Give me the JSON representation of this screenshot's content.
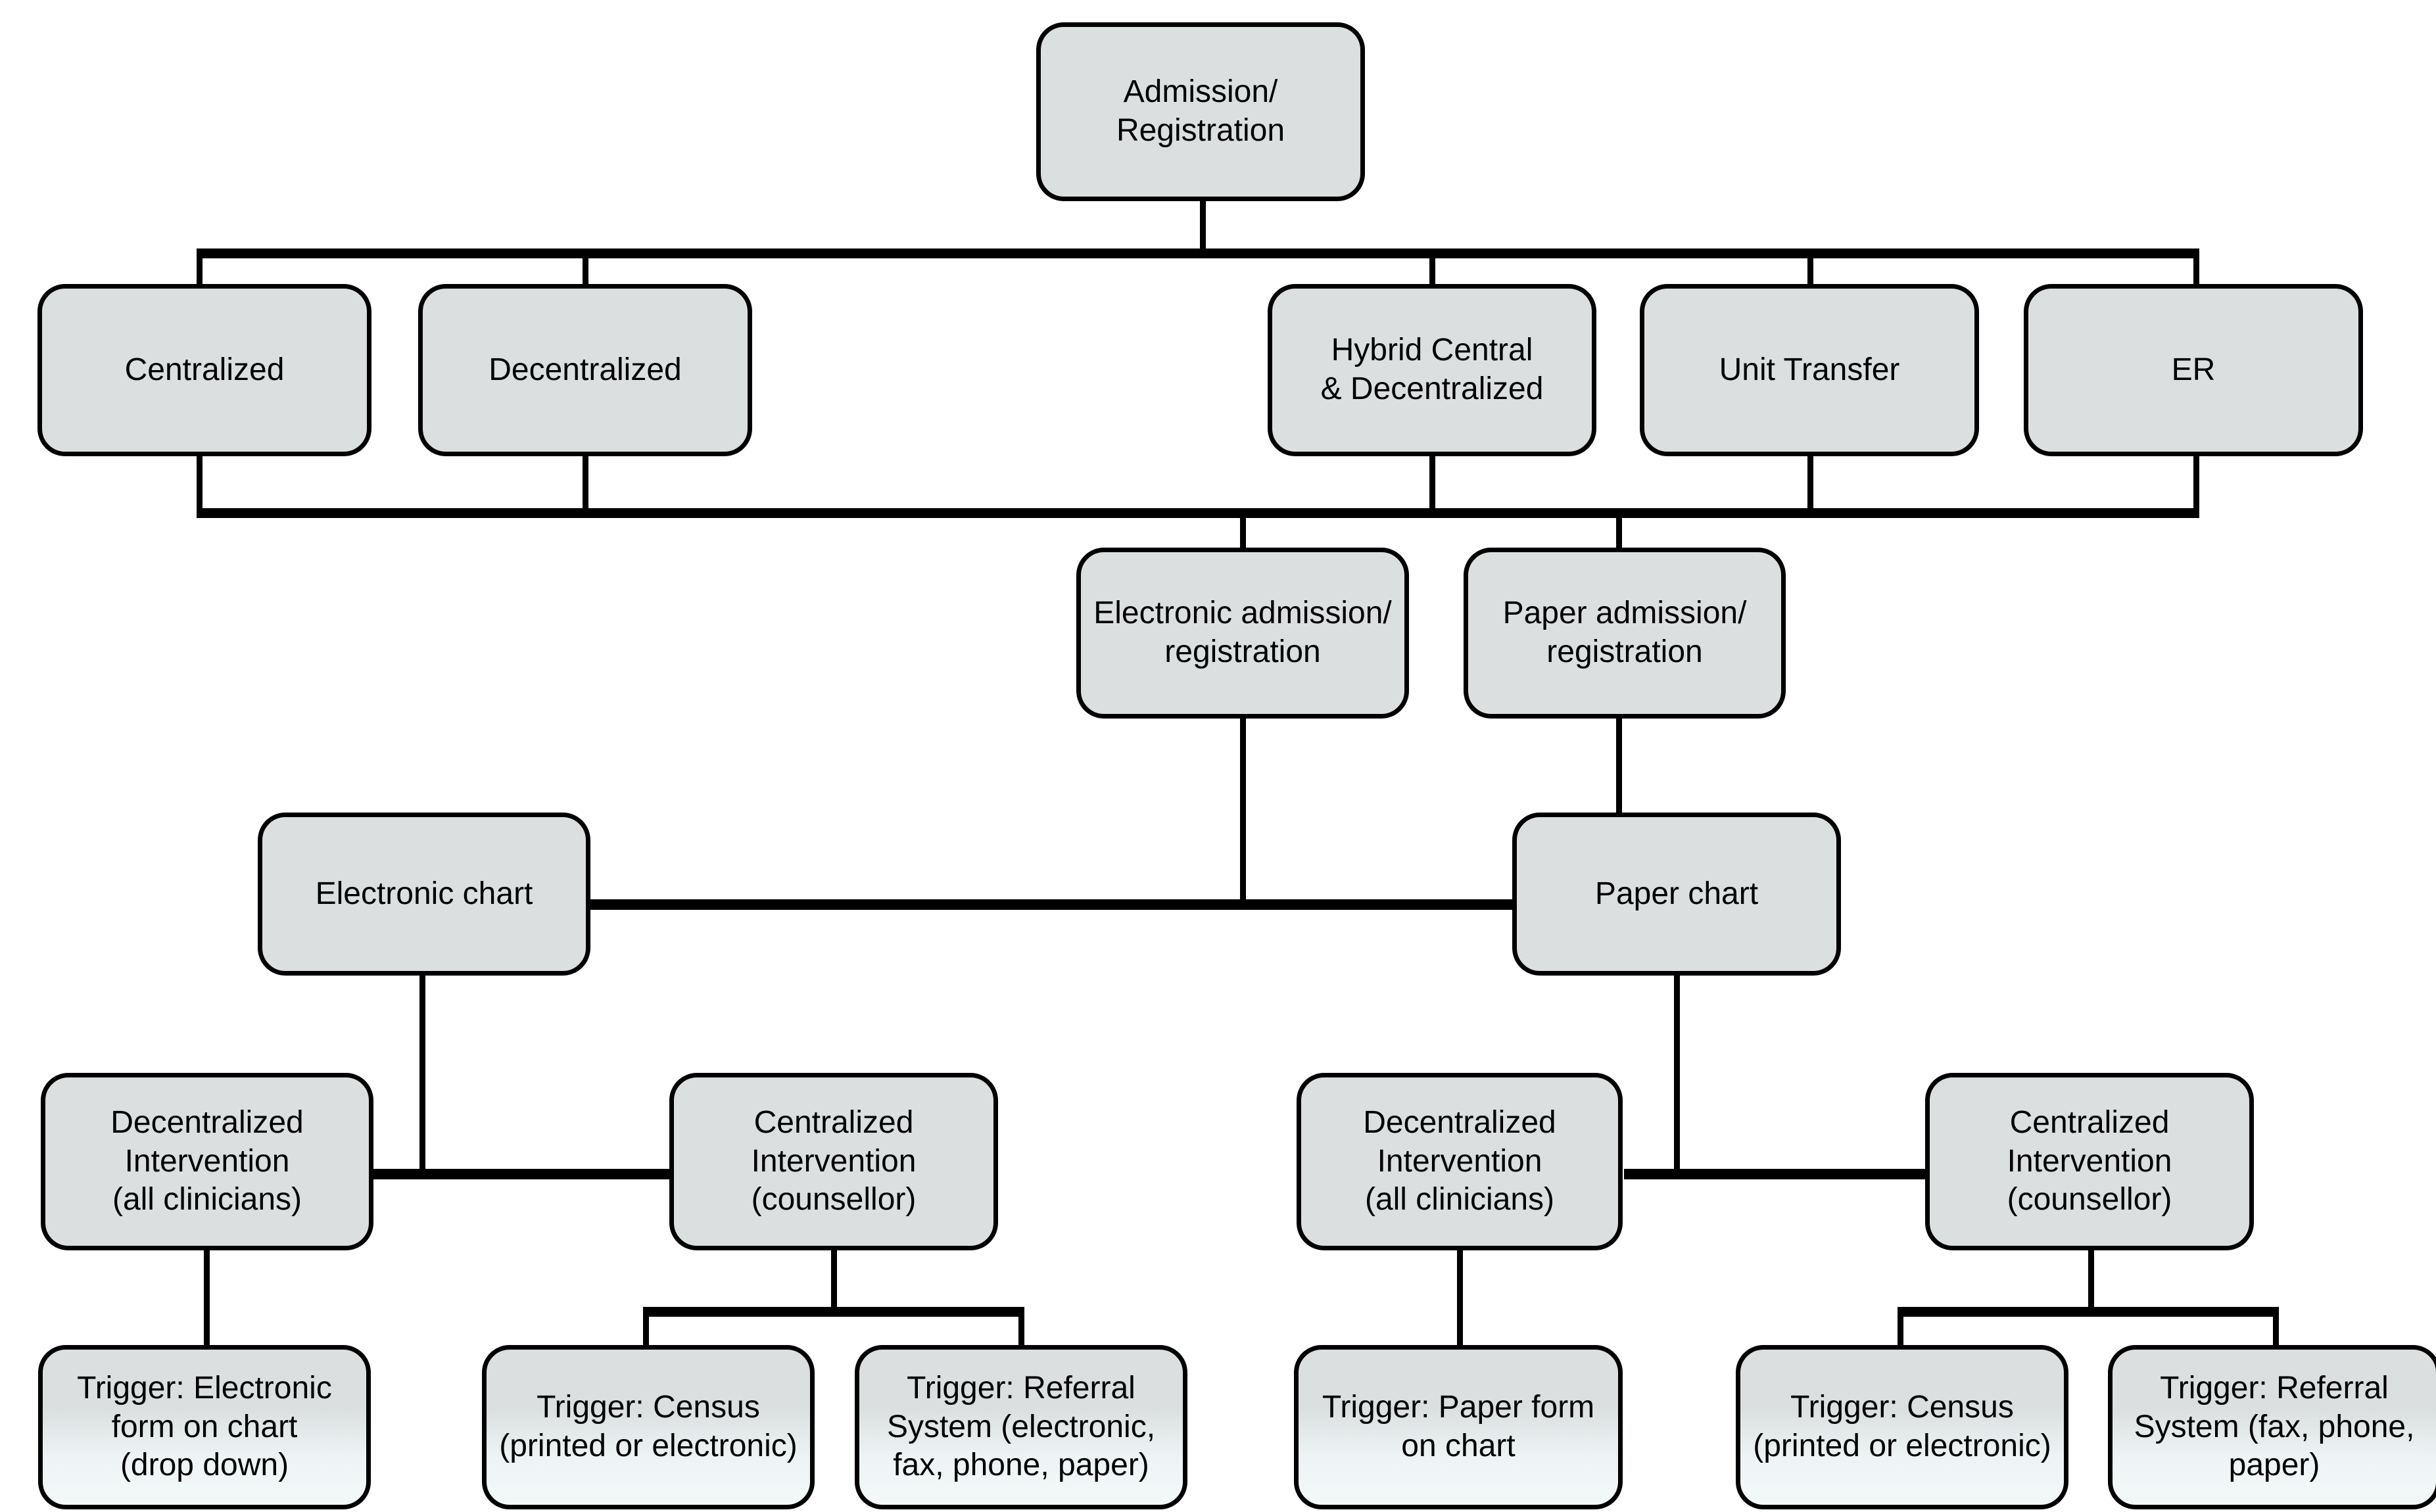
{
  "diagram": {
    "title": "Admission/Registration workflow flowchart",
    "colors": {
      "node_fill": "#dcdfe0",
      "node_fill_gradient_bottom": "#f3f9f9",
      "stroke": "#000000",
      "background": "#ffffff"
    },
    "nodes": [
      {
        "id": "admission",
        "label": "Admission/\nRegistration"
      },
      {
        "id": "centralized",
        "label": "Centralized"
      },
      {
        "id": "decentralized",
        "label": "Decentralized"
      },
      {
        "id": "hybrid",
        "label": "Hybrid Central\n& Decentralized"
      },
      {
        "id": "unit-transfer",
        "label": "Unit Transfer"
      },
      {
        "id": "er",
        "label": "ER"
      },
      {
        "id": "electronic-admission",
        "label": "Electronic admission/\nregistration"
      },
      {
        "id": "paper-admission",
        "label": "Paper admission/\nregistration"
      },
      {
        "id": "electronic-chart",
        "label": "Electronic chart"
      },
      {
        "id": "paper-chart",
        "label": "Paper chart"
      },
      {
        "id": "e-decentralized-interv",
        "label": "Decentralized\nIntervention\n(all clinicians)"
      },
      {
        "id": "e-centralized-interv",
        "label": "Centralized\nIntervention\n(counsellor)"
      },
      {
        "id": "p-decentralized-interv",
        "label": "Decentralized\nIntervention\n(all clinicians)"
      },
      {
        "id": "p-centralized-interv",
        "label": "Centralized\nIntervention\n(counsellor)"
      },
      {
        "id": "trigger-e-form",
        "label": "Trigger: Electronic\nform on chart\n(drop down)"
      },
      {
        "id": "trigger-e-census",
        "label": "Trigger: Census\n(printed or electronic)"
      },
      {
        "id": "trigger-e-referral",
        "label": "Trigger: Referral\nSystem (electronic,\nfax, phone, paper)"
      },
      {
        "id": "trigger-p-form",
        "label": "Trigger: Paper form\non chart"
      },
      {
        "id": "trigger-p-census",
        "label": "Trigger: Census\n(printed or electronic)"
      },
      {
        "id": "trigger-p-referral",
        "label": "Trigger: Referral\nSystem (fax, phone,\npaper)"
      }
    ]
  }
}
